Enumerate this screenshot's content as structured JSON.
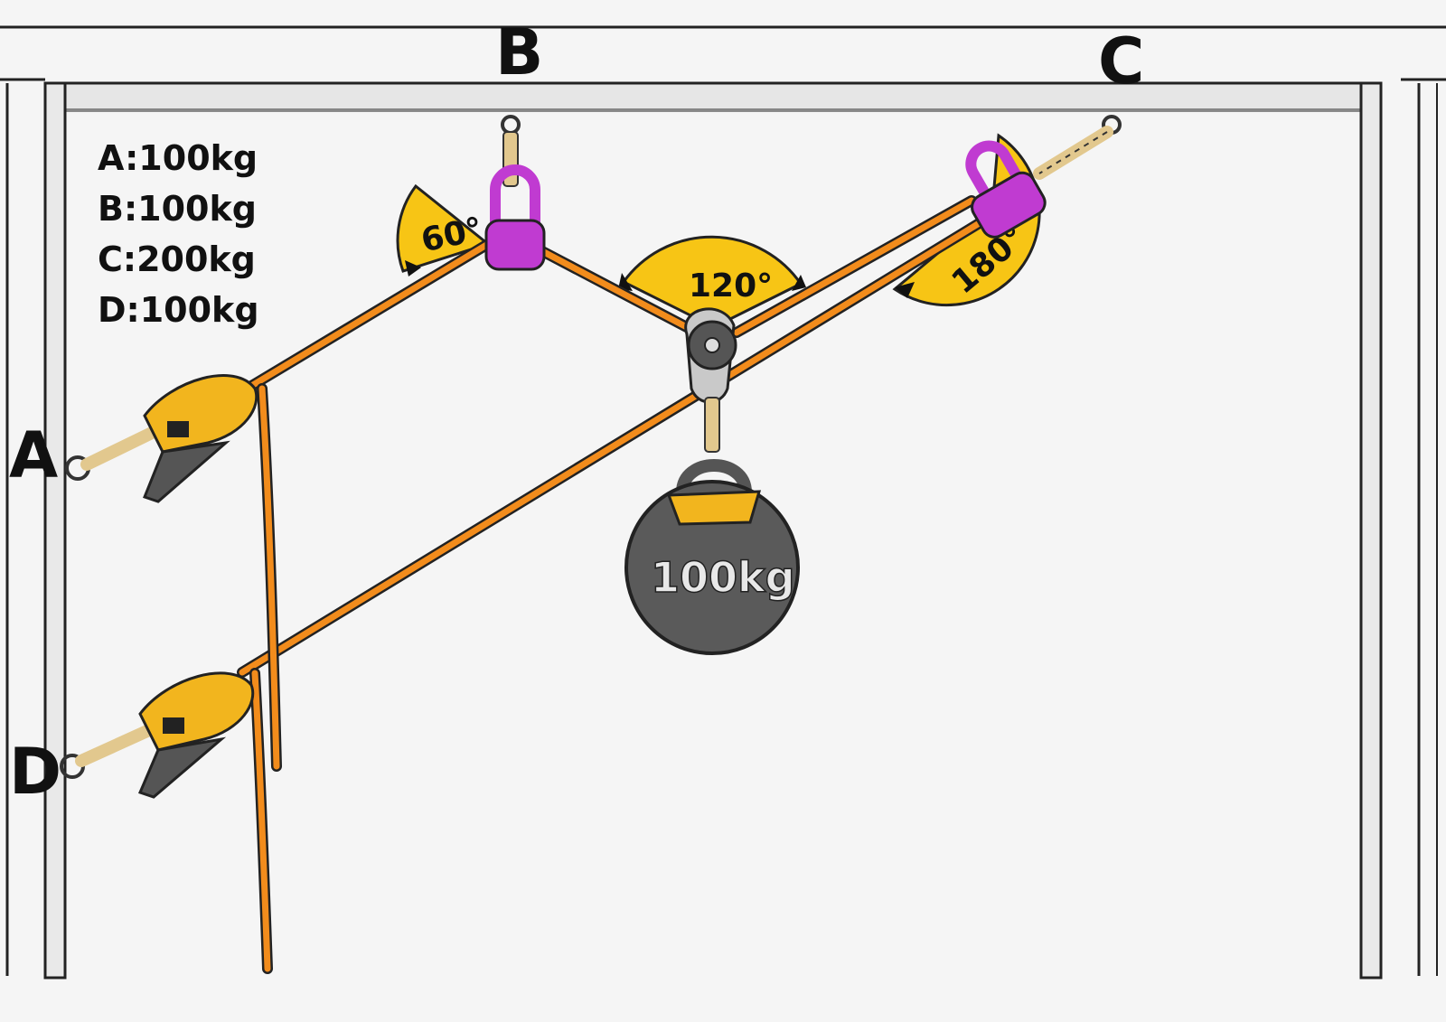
{
  "anchors": {
    "a": "A",
    "b": "B",
    "c": "C",
    "d": "D"
  },
  "legend": [
    "A:100kg",
    "B:100kg",
    "C:200kg",
    "D:100kg"
  ],
  "angles": {
    "b": "60°",
    "center": "120°",
    "c": "180°"
  },
  "weight": {
    "label": "100kg"
  },
  "colors": {
    "rope": "#f28c1c",
    "angle_fill": "#f7c515",
    "carabiner": "#c03bd1",
    "device": "#f2b51e",
    "weight": "#5a5a5a",
    "frame": "#222222"
  }
}
